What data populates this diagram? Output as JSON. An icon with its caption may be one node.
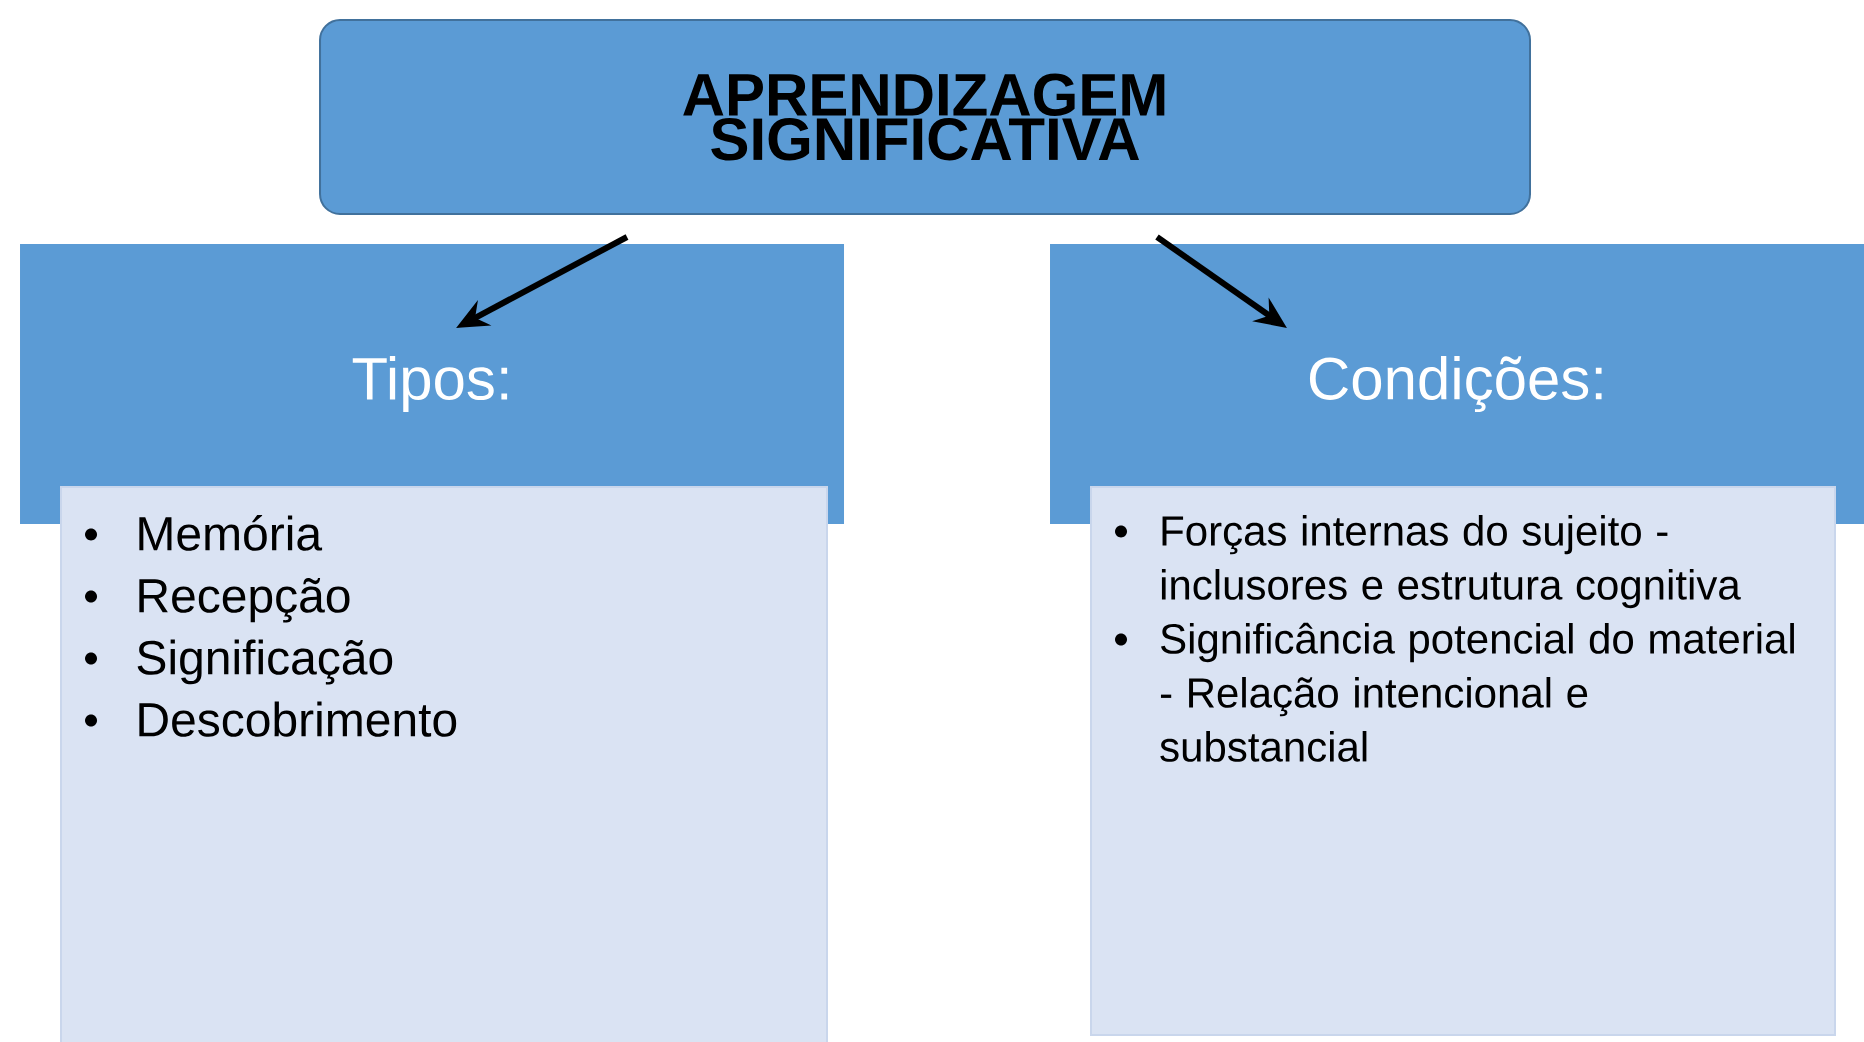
{
  "diagram": {
    "nodes": [
      {
        "text": [
          "APRENDIZAGEM SIGNIFICATIVA"
        ]
      },
      {
        "text": [
          "Tipos:"
        ]
      },
      {
        "text": [
          "Memória",
          "Recepção",
          "Significação",
          "Descobrimento"
        ]
      },
      {
        "text": [
          "Condições:"
        ]
      },
      {
        "text": [
          "Forças internas do sujeito - inclusores e estrutura cognitiva",
          "Significância potencial do material - Relação intencional e substancial"
        ]
      }
    ],
    "edges": [
      {
        "from": 0,
        "to": 1,
        "arrow": "to"
      },
      {
        "from": 0,
        "to": 3,
        "arrow": "to"
      }
    ]
  }
}
